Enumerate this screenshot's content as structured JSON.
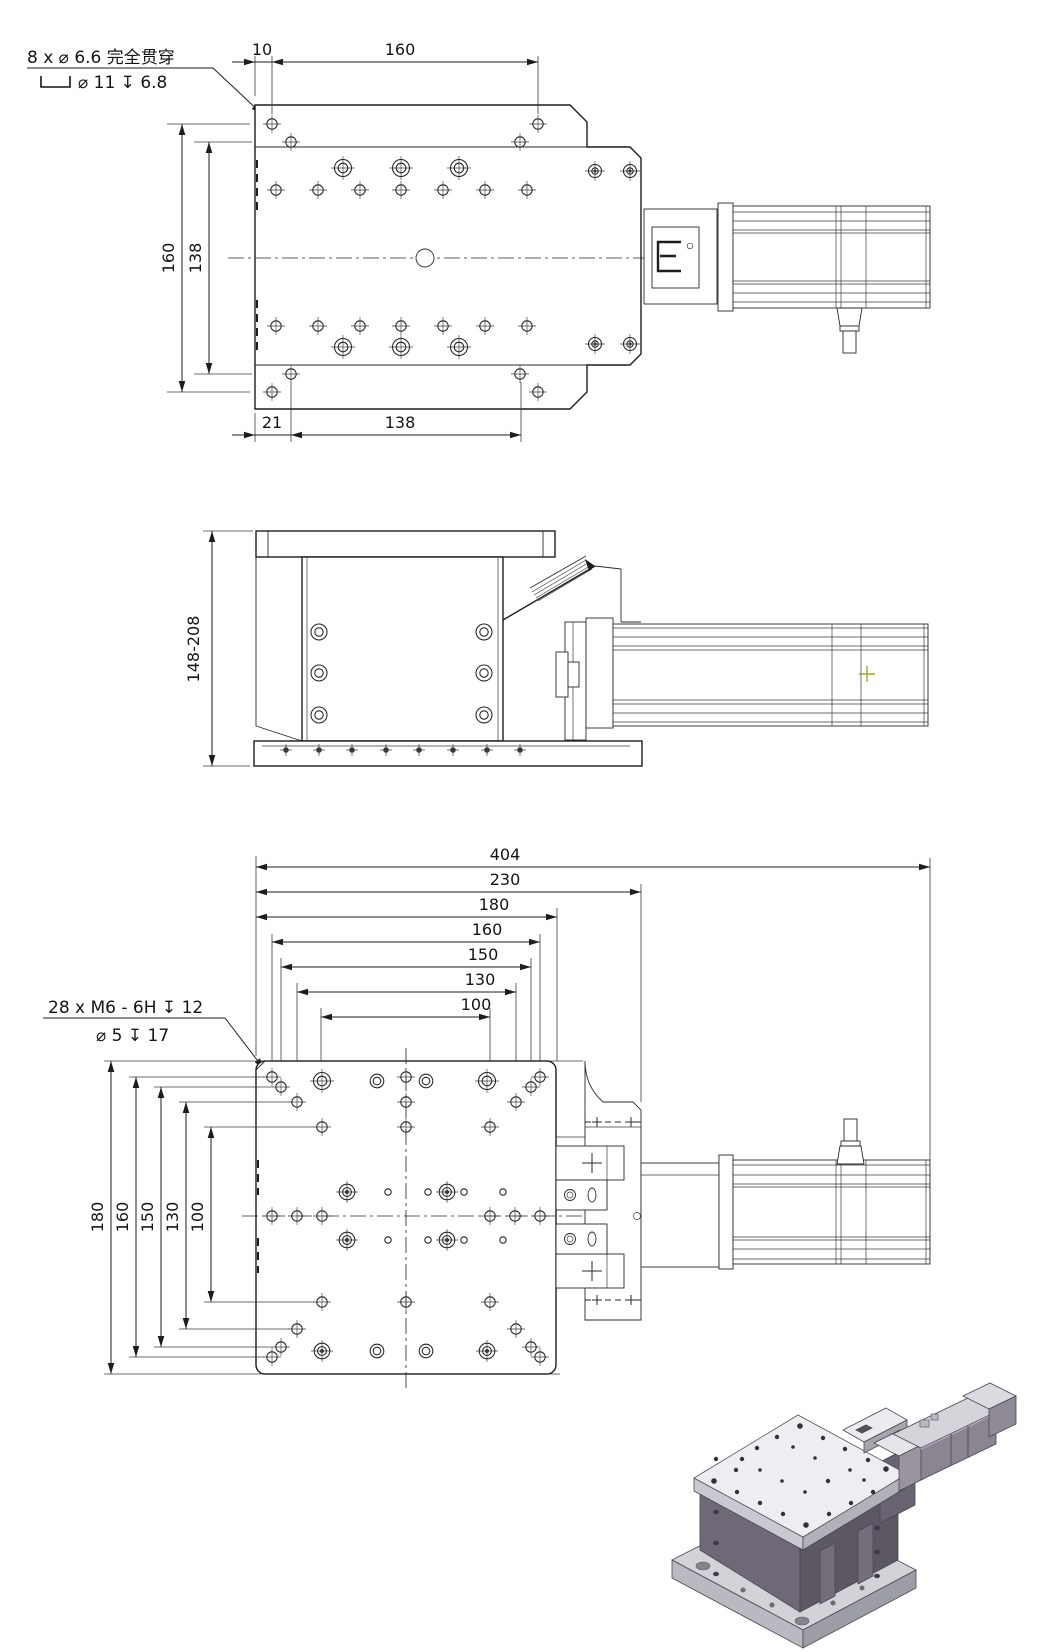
{
  "notes": {
    "top": {
      "line1": "8 x ⌀ 6.6 完全贯穿",
      "line2": "⌀ 11 ↧ 6.8"
    },
    "bottom": {
      "line1": "28 x M6 - 6H ↧ 12",
      "line2": "⌀ 5 ↧ 17"
    }
  },
  "top_view": {
    "dim_10": "10",
    "dim_160_top": "160",
    "dim_160_left": "160",
    "dim_138_left": "138",
    "dim_21": "21",
    "dim_138_bottom": "138"
  },
  "front_view": {
    "dim_height": "148-208"
  },
  "bottom_view": {
    "dim_404": "404",
    "dim_230": "230",
    "dim_180_top": "180",
    "dim_160_top": "160",
    "dim_150_top": "150",
    "dim_130_top": "130",
    "dim_100_top": "100",
    "dim_180_left": "180",
    "dim_160_left": "160",
    "dim_150_left": "150",
    "dim_130_left": "130",
    "dim_100_left": "100"
  }
}
